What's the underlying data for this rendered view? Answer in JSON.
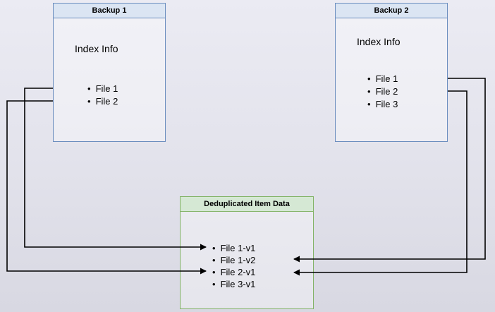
{
  "diagram": {
    "backup1": {
      "title": "Backup 1",
      "subtitle": "Index Info",
      "files": [
        "File 1",
        "File 2"
      ]
    },
    "backup2": {
      "title": "Backup 2",
      "subtitle": "Index Info",
      "files": [
        "File 1",
        "File 2",
        "File 3"
      ]
    },
    "dedup": {
      "title": "Deduplicated Item Data",
      "items": [
        "File 1-v1",
        "File 1-v2",
        "File 2-v1",
        "File 3-v1"
      ]
    },
    "connections": [
      {
        "from": "Backup 1 / File 1",
        "to": "File 1-v1"
      },
      {
        "from": "Backup 1 / File 2",
        "to": "File 2-v1"
      },
      {
        "from": "Backup 2 / File 1",
        "to": "File 1-v2"
      },
      {
        "from": "Backup 2 / File 2",
        "to": "File 2-v1"
      }
    ],
    "colors": {
      "backup_header_fill": "#dbe5f3",
      "backup_border": "#6c8ebf",
      "dedup_header_fill": "#d5e8d4",
      "dedup_border": "#82b366",
      "arrow": "#000000"
    }
  }
}
